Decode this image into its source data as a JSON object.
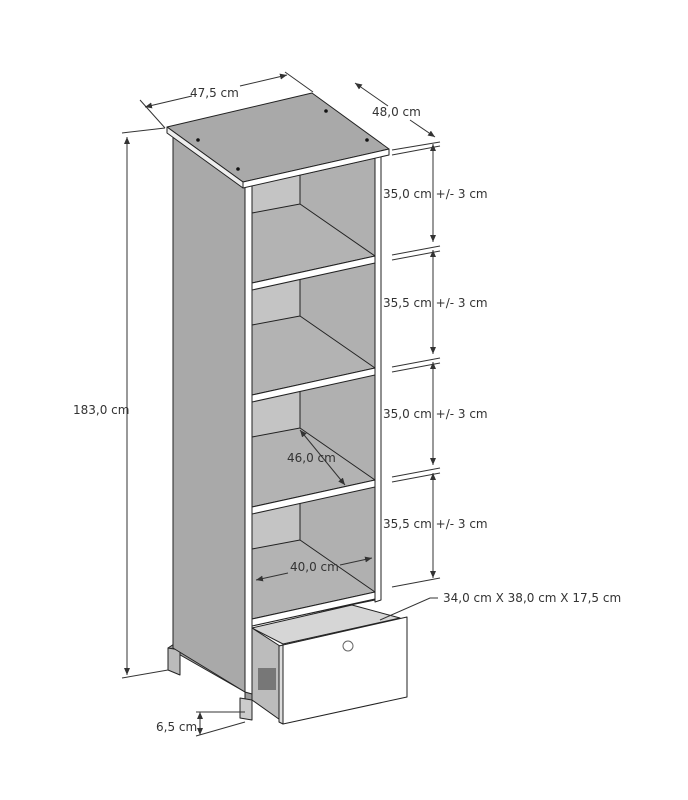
{
  "dimensions": {
    "width": "47,5 cm",
    "depth": "48,0 cm",
    "height": "183,0 cm",
    "compartments": [
      "35,0 cm +/- 3 cm",
      "35,5 cm +/- 3 cm",
      "35,0 cm +/- 3 cm",
      "35,5 cm +/- 3 cm"
    ],
    "shelf_depth": "46,0 cm",
    "shelf_width": "40,0 cm",
    "drawer": "34,0 cm X 38,0 cm X 17,5 cm",
    "leg_height": "6,5 cm"
  },
  "colors": {
    "panel": "#a9a9a9",
    "shelf": "#b3b3b3",
    "edge": "#ffffff",
    "back": "#bdbdbd",
    "line": "#333333"
  }
}
